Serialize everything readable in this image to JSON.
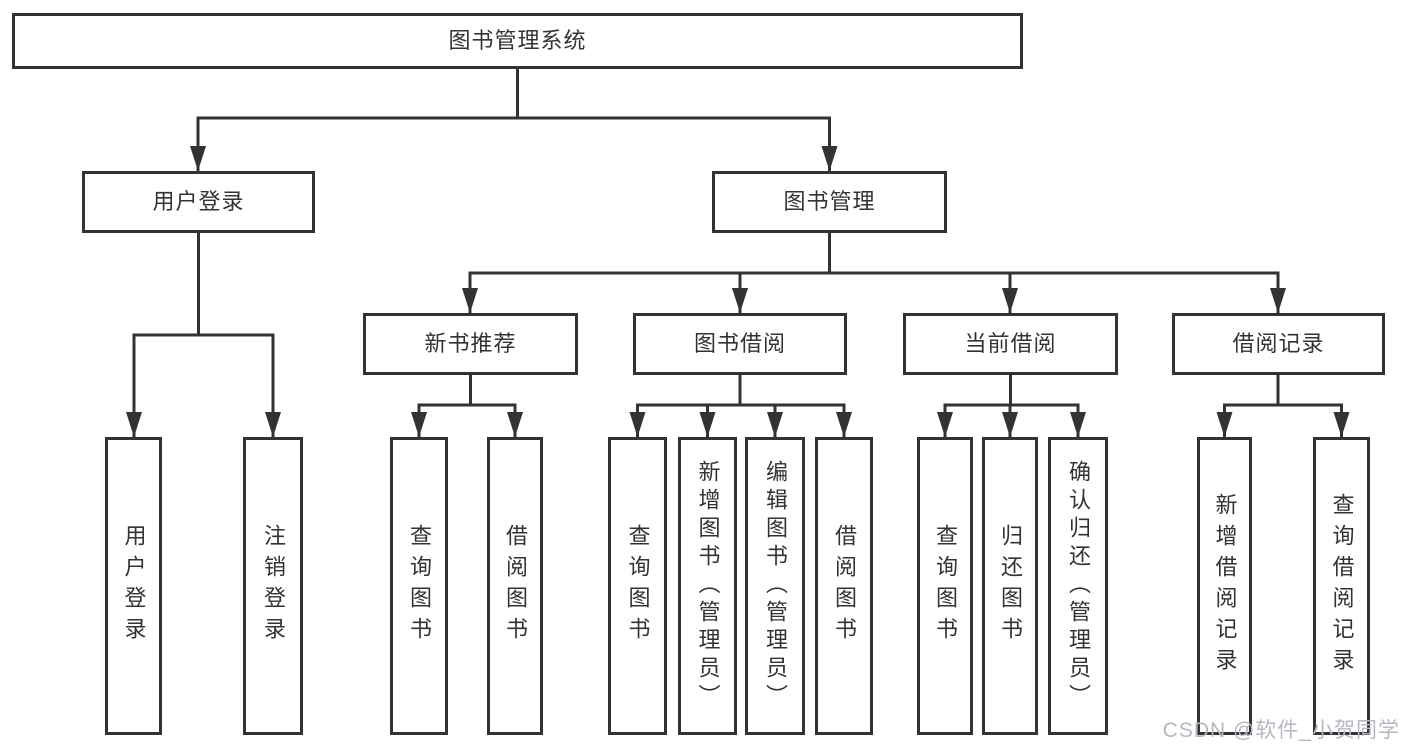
{
  "colors": {
    "line": "#333333",
    "box_border": "#333333",
    "text": "#333333",
    "watermark": "#b4b8c0",
    "background": "#ffffff"
  },
  "watermark": {
    "text": "CSDN @软件_小贺同学"
  },
  "diagram": {
    "type": "hierarchy-flowchart",
    "root": "图书管理系统",
    "level2": [
      {
        "label": "用户登录",
        "children": [
          "用户登录",
          "注销登录"
        ]
      },
      {
        "label": "图书管理"
      }
    ],
    "level3": [
      {
        "label": "新书推荐",
        "children": [
          "查询图书",
          "借阅图书"
        ]
      },
      {
        "label": "图书借阅",
        "children": [
          "查询图书",
          "新增图书（管理员）",
          "编辑图书（管理员）",
          "借阅图书"
        ]
      },
      {
        "label": "当前借阅",
        "children": [
          "查询图书",
          "归还图书",
          "确认归还（管理员）"
        ]
      },
      {
        "label": "借阅记录",
        "children": [
          "新增借阅记录",
          "查询借阅记录"
        ]
      }
    ]
  }
}
